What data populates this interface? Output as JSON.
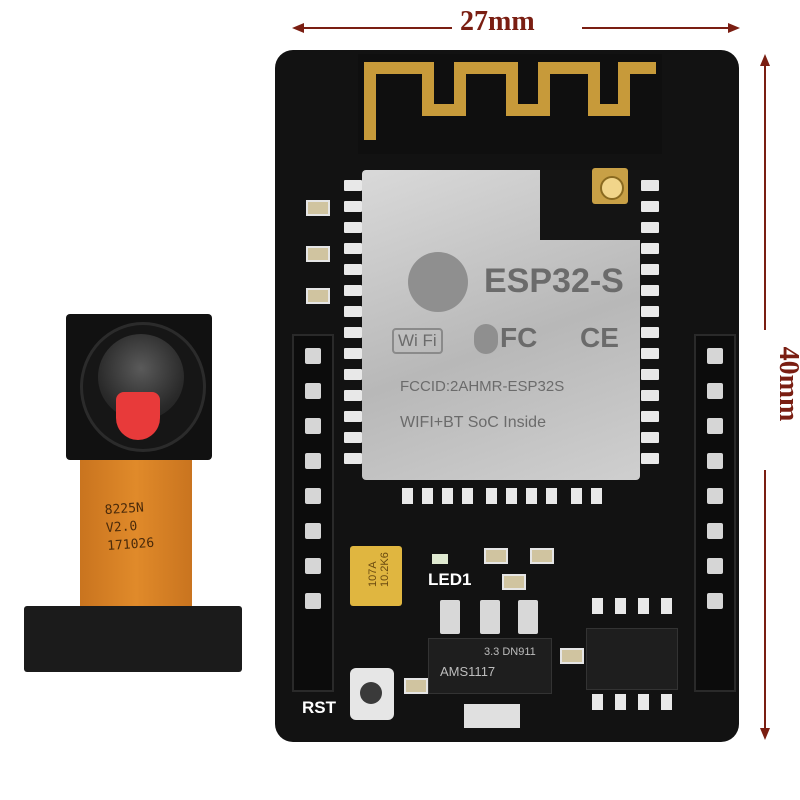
{
  "dimensions": {
    "width_label": "27mm",
    "height_label": "40mm"
  },
  "camera": {
    "flex_text": [
      "8225N",
      "V2.0",
      "171026"
    ]
  },
  "module": {
    "brand": "ESP32-S",
    "wifi_badge": "Wi Fi",
    "fc_mark": "FC",
    "ce_mark": "CE",
    "fccid": "FCCID:2AHMR-ESP32S",
    "description": "WIFI+BT SoC Inside"
  },
  "board": {
    "led_label": "LED1",
    "reset_label": "RST",
    "regulator_text": "AMS1117",
    "regulator_sub": "3.3 DN911",
    "cap_text": "107A 10.2K6"
  },
  "colors": {
    "board": "#121212",
    "annotation": "#7a1e12",
    "flex": "#e08a2a",
    "lens_red": "#e83a3a"
  }
}
